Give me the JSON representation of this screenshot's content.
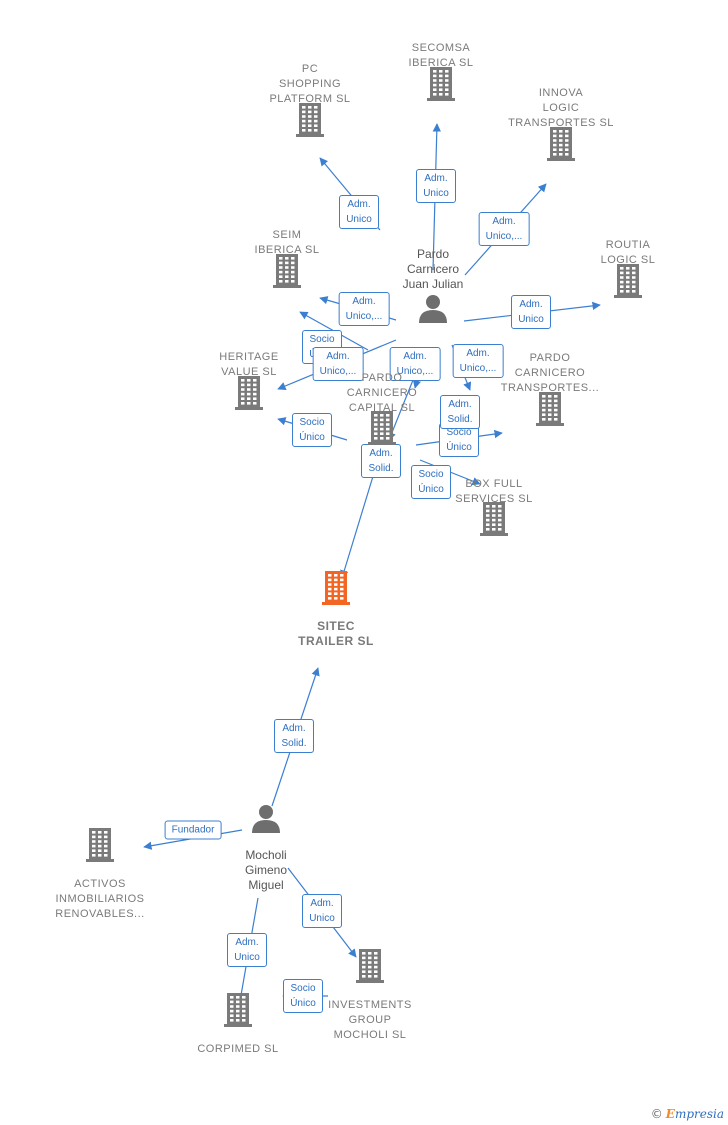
{
  "colors": {
    "edge": "#3b7fd0",
    "company": "#7a7a7a",
    "focus_company": "#f26522",
    "person": "#6e6e6e"
  },
  "nodes": [
    {
      "id": "sitec",
      "type": "company-main",
      "label": "SITEC\nTRAILER  SL"
    },
    {
      "id": "pardo",
      "type": "person",
      "label": "Pardo\nCarnicero\nJuan Julian"
    },
    {
      "id": "mocholi",
      "type": "person",
      "label": "Mocholi\nGimeno\nMiguel"
    },
    {
      "id": "secomsa",
      "type": "company",
      "label": "SECOMSA\nIBERICA  SL"
    },
    {
      "id": "pcshopping",
      "type": "company",
      "label": "PC\nSHOPPING\nPLATFORM  SL"
    },
    {
      "id": "innova",
      "type": "company",
      "label": "INNOVA\nLOGIC\nTRANSPORTES SL"
    },
    {
      "id": "seim",
      "type": "company",
      "label": "SEIM\nIBERICA  SL"
    },
    {
      "id": "routia",
      "type": "company",
      "label": "ROUTIA\nLOGIC  SL"
    },
    {
      "id": "heritage",
      "type": "company",
      "label": "HERITAGE\nVALUE  SL"
    },
    {
      "id": "pardotrans",
      "type": "company",
      "label": "PARDO\nCARNICERO\nTRANSPORTES..."
    },
    {
      "id": "pardocap",
      "type": "company",
      "label": "PARDO\nCARNICERO\nCAPITAL  SL"
    },
    {
      "id": "boxfull",
      "type": "company",
      "label": "BOX FULL\nSERVICES  SL"
    },
    {
      "id": "activos",
      "type": "company",
      "label": "ACTIVOS\nINMOBILIARIOS\nRENOVABLES..."
    },
    {
      "id": "corpimed",
      "type": "company",
      "label": "CORPIMED SL"
    },
    {
      "id": "investments",
      "type": "company",
      "label": "INVESTMENTS\nGROUP\nMOCHOLI  SL"
    }
  ],
  "edges": [
    {
      "label": "Adm.\nSolid."
    },
    {
      "label": "Adm.\nUnico"
    },
    {
      "label": "Adm.\nUnico,..."
    },
    {
      "label": "Adm.\nUnico,..."
    },
    {
      "label": "Adm.\nUnico"
    },
    {
      "label": "Socio\nÚnico"
    },
    {
      "label": "Adm.\nUnico,..."
    },
    {
      "label": "Adm.\nUnico,..."
    },
    {
      "label": "Adm.\nUnico,..."
    },
    {
      "label": "Adm.\nUnico"
    },
    {
      "label": "Socio\nÚnico"
    },
    {
      "label": "Socio\nÚnico"
    },
    {
      "label": "Socio\nÚnico"
    },
    {
      "label": "Adm.\nSolid."
    },
    {
      "label": "Adm.\nSolid."
    },
    {
      "label": "Fundador"
    },
    {
      "label": "Adm.\nUnico"
    },
    {
      "label": "Adm.\nUnico"
    },
    {
      "label": "Socio\nÚnico"
    }
  ],
  "footer": {
    "copyright": "©",
    "brand_first": "E",
    "brand_rest": "mpresia"
  }
}
